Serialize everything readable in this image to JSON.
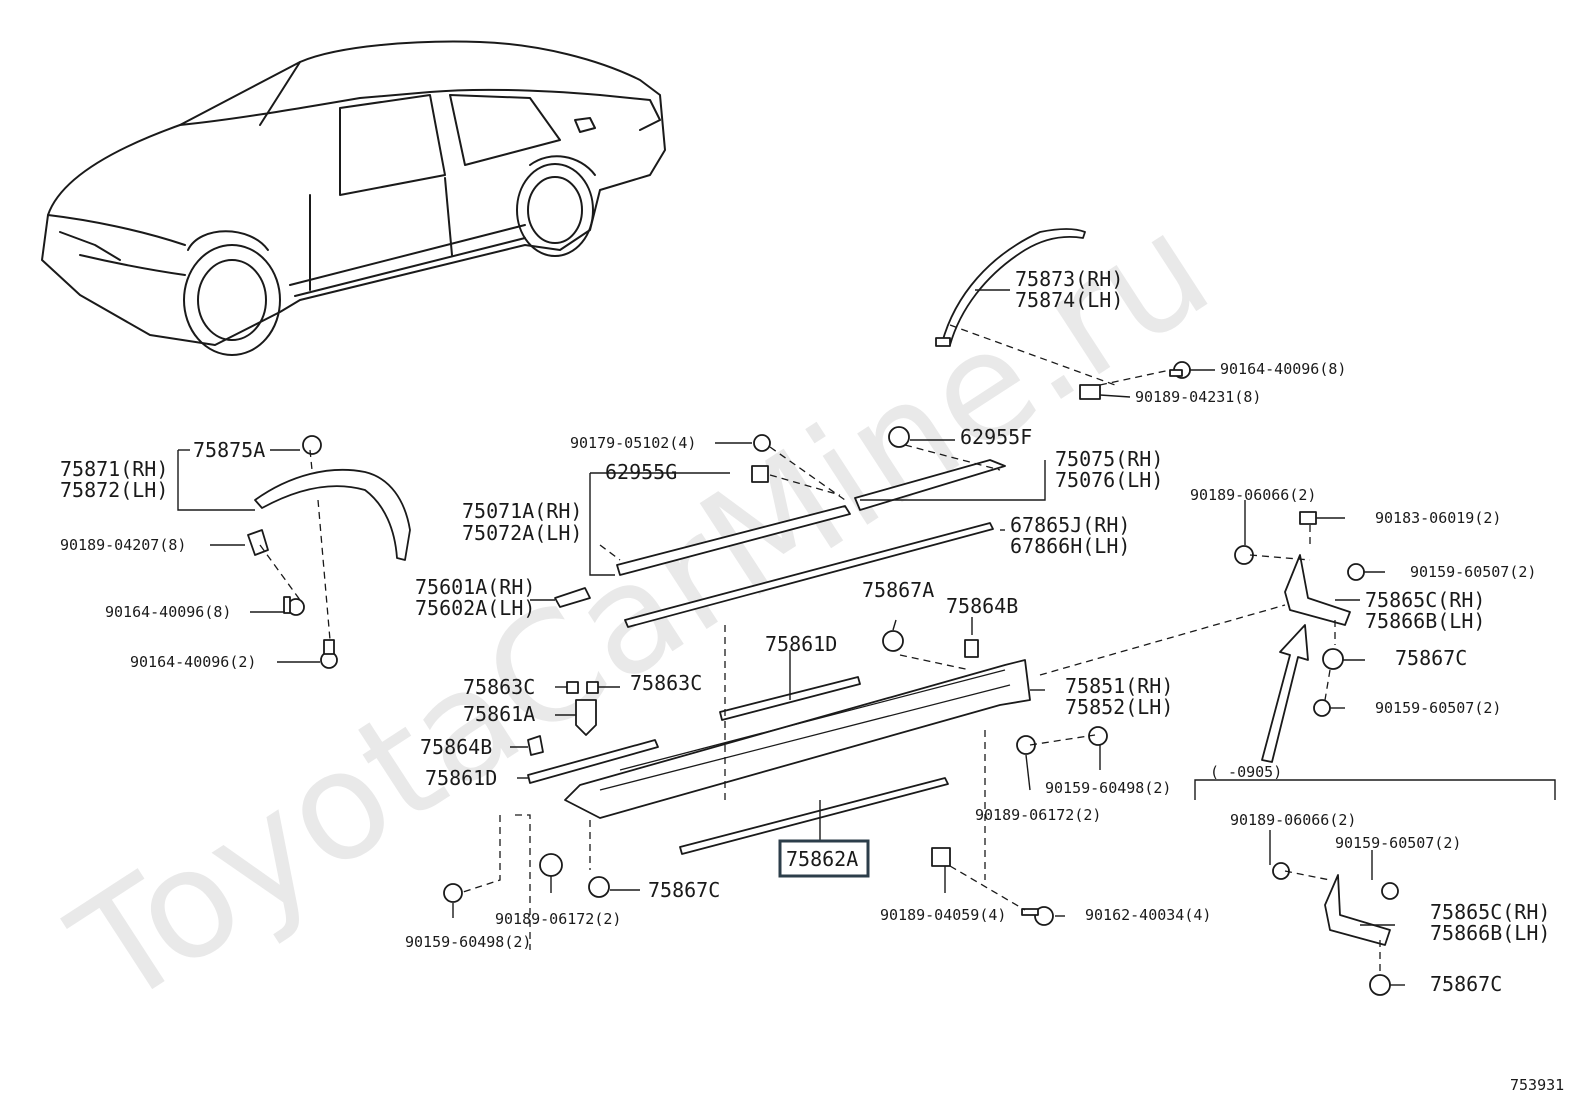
{
  "watermark": "ToyotaCarMine.ru",
  "diagram_id": "753931",
  "range_note": "(      -0905)",
  "labels": {
    "l75873": "75873(RH)",
    "l75874": "75874(LH)",
    "l90164_40096_8_top": "90164-40096(8)",
    "l90189_04231": "90189-04231(8)",
    "l75875A": "75875A",
    "l75871": "75871(RH)",
    "l75872": "75872(LH)",
    "l90189_04207": "90189-04207(8)",
    "l90164_40096_8_left": "90164-40096(8)",
    "l90164_40096_2": "90164-40096(2)",
    "l90179_05102": "90179-05102(4)",
    "l62955F": "62955F",
    "l62955G": "62955G",
    "l75075": "75075(RH)",
    "l75076": "75076(LH)",
    "l75071A": "75071A(RH)",
    "l75072A": "75072A(LH)",
    "l67865J": "67865J(RH)",
    "l67866H": "67866H(LH)",
    "l75601A": "75601A(RH)",
    "l75602A": "75602A(LH)",
    "l75867A": "75867A",
    "l75864B_top": "75864B",
    "l75861D_top": "75861D",
    "l75863C_left": "75863C",
    "l75863C_right": "75863C",
    "l75861A": "75861A",
    "l75864B_left": "75864B",
    "l75861D_left": "75861D",
    "l75851": "75851(RH)",
    "l75852": "75852(LH)",
    "l90159_60498_mid": "90159-60498(2)",
    "l90189_06172_mid": "90189-06172(2)",
    "l75862A": "75862A",
    "l75867C_mid": "75867C",
    "l90189_06172_left": "90189-06172(2)",
    "l90159_60498_left": "90159-60498(2)",
    "l90189_04059": "90189-04059(4)",
    "l90162_40034": "90162-40034(4)",
    "l90189_06066_top": "90189-06066(2)",
    "l90183_06019": "90183-06019(2)",
    "l90159_60507_top": "90159-60507(2)",
    "l75865C_top": "75865C(RH)",
    "l75866B_top": "75866B(LH)",
    "l75867C_right": "75867C",
    "l90159_60507_mid": "90159-60507(2)",
    "l90189_06066_bot": "90189-06066(2)",
    "l90159_60507_bot": "90159-60507(2)",
    "l75865C_bot": "75865C(RH)",
    "l75866B_bot": "75866B(LH)",
    "l75867C_bot": "75867C"
  }
}
